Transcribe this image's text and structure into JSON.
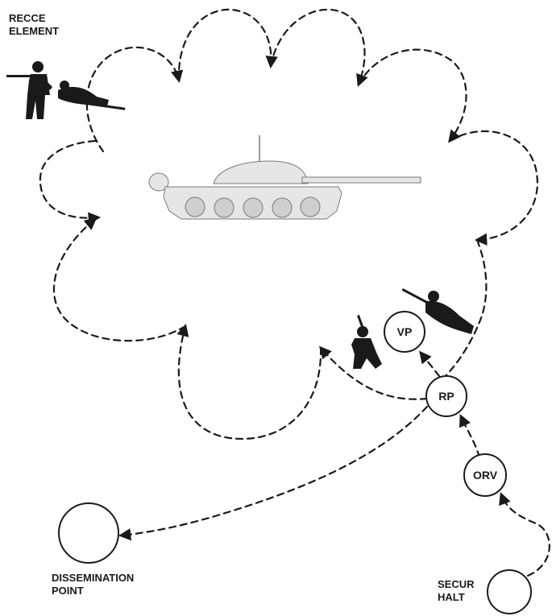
{
  "labels": {
    "recce_line1": "RECCE",
    "recce_line2": "ELEMENT",
    "dissemination_line1": "DISSEMINATION",
    "dissemination_line2": "POINT",
    "secur_line1": "SECUR",
    "secur_line2": "HALT"
  },
  "nodes": {
    "vp": "VP",
    "rp": "RP",
    "orv": "ORV"
  },
  "colors": {
    "ink": "#1a1a1a",
    "tank_fill": "#e6e6e6",
    "background": "#ffffff"
  },
  "icons": [
    "standing-soldier-icon",
    "prone-soldier-icon",
    "kneeling-soldier-icon",
    "tank-icon",
    "arrowhead-icon"
  ]
}
